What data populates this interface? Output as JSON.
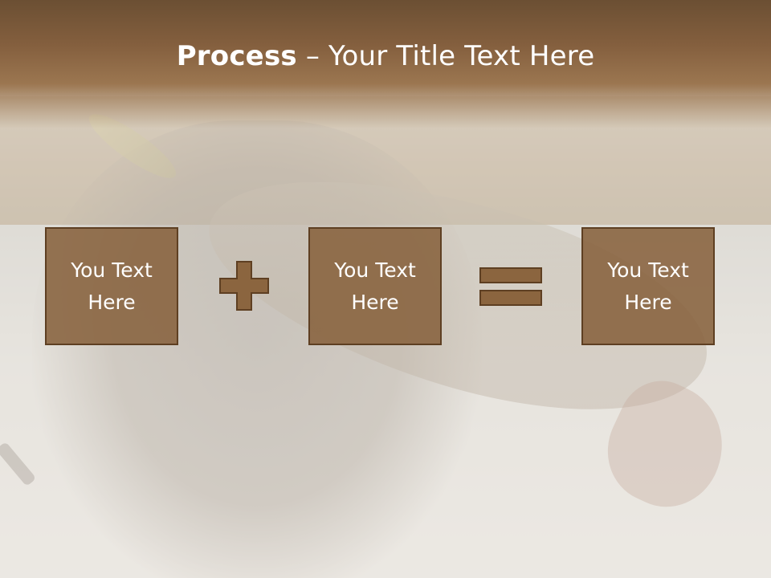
{
  "title": {
    "bold": "Process",
    "rest": " – Your Title Text Here"
  },
  "boxes": [
    {
      "text": "You Text\nHere"
    },
    {
      "text": "You Text\nHere"
    },
    {
      "text": "You Text\nHere"
    }
  ],
  "colors": {
    "title_bar": "#845f3e",
    "box_fill": "#88623e",
    "box_border": "#5e3f22",
    "operator_fill": "#8b653f"
  },
  "icons": {
    "operator_1": "plus-icon",
    "operator_2": "equals-icon"
  }
}
